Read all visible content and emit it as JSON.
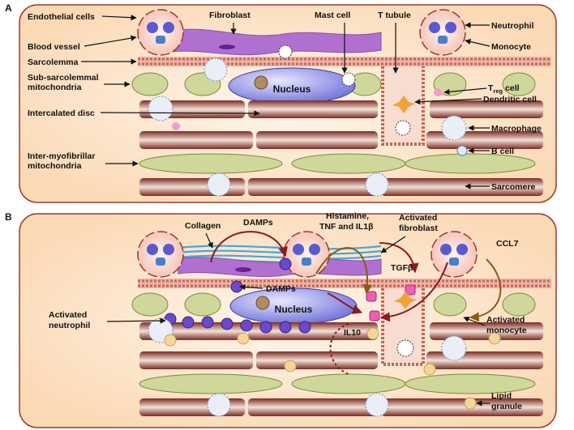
{
  "colors": {
    "panel_fill": "#fde7cf",
    "panel_border": "#9a3a2a",
    "myofiber": "#b8584a",
    "myofiber_light": "#f2d9cf",
    "mitochondria": "#cfd79a",
    "nucleus": "#8f90e6",
    "sarcolemma": "#f0b3a6",
    "fibroblast": "#b070d0",
    "collagen": "#4aa6d6",
    "arrow_red": "#8b1a1a",
    "arrow_brown": "#8b5a1a",
    "lipid": "#f3d79a"
  },
  "panelA": {
    "letter": "A",
    "nucleus": "Nucleus",
    "labels": {
      "endothelial": "Endothelial cells",
      "blood_vessel": "Blood vessel",
      "sarcolemma": "Sarcolemma",
      "subsarco_line1": "Sub-sarcolemmal",
      "subsarco_line2": "mitochondria",
      "intercalated": "Intercalated disc",
      "intermyo_line1": "Inter-myofibrillar",
      "intermyo_line2": "mitochondria",
      "fibroblast": "Fibroblast",
      "mast_cell": "Mast cell",
      "t_tubule": "T tubule",
      "neutrophil": "Neutrophil",
      "monocyte": "Monocyte",
      "treg_T": "T",
      "treg_sub": "reg",
      "treg_rest": " cell",
      "dendritic": "Dendritic cell",
      "macrophage": "Macrophage",
      "b_cell": "B cell",
      "sarcomere": "Sarcomere"
    }
  },
  "panelB": {
    "letter": "B",
    "nucleus": "Nucleus",
    "labels": {
      "collagen": "Collagen",
      "damps_top": "DAMPs",
      "histamine_line1": "Histamine,",
      "histamine_line2": "TNF and IL1β",
      "act_fib_line1": "Activated",
      "act_fib_line2": "fibroblast",
      "tgfb": "TGFβ",
      "ccl7": "CCL7",
      "damps_mid": "DAMPs",
      "act_neut_line1": "Activated",
      "act_neut_line2": "neutrophil",
      "il10": "IL10",
      "act_mono_line1": "Activated",
      "act_mono_line2": "monocyte",
      "lipid_line1": "Lipid",
      "lipid_line2": "granule"
    }
  }
}
